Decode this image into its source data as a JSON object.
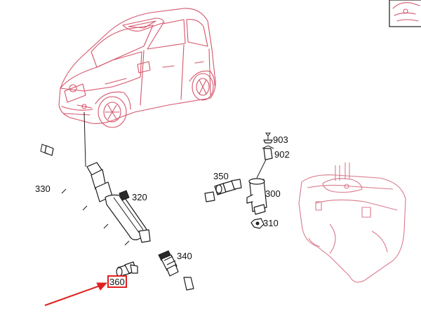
{
  "diagram": {
    "callouts": [
      {
        "id": "c903",
        "text": "903"
      },
      {
        "id": "c902",
        "text": "902"
      },
      {
        "id": "c350",
        "text": "350"
      },
      {
        "id": "c330",
        "text": "330"
      },
      {
        "id": "c320",
        "text": "320"
      },
      {
        "id": "c300",
        "text": "300"
      },
      {
        "id": "c310",
        "text": "310"
      },
      {
        "id": "c340",
        "text": "340"
      },
      {
        "id": "c360",
        "text": "360"
      }
    ],
    "colors": {
      "vehicle": "#d5546a",
      "reservoir": "#d97a8c",
      "parts": "#1a1a1a",
      "highlight": "#e02020",
      "arrow": "#e02020"
    },
    "highlighted_part": "360"
  }
}
